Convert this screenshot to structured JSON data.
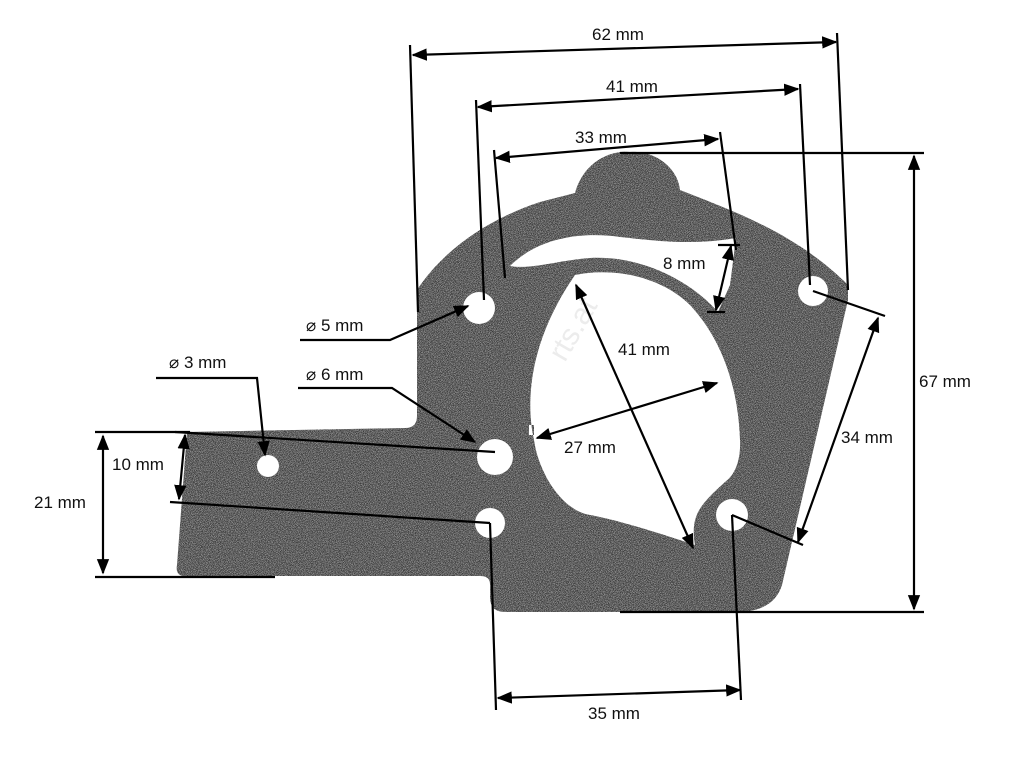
{
  "colors": {
    "gasket": "#3b3b3b",
    "hole": "#ffffff",
    "line": "#000000"
  },
  "dimensions": {
    "width_62": "62 mm",
    "width_41": "41 mm",
    "width_33": "33 mm",
    "slot_8": "8 mm",
    "bore_diag_41": "41 mm",
    "bore_width_27": "27 mm",
    "right_34": "34 mm",
    "height_67": "67 mm",
    "bottom_35": "35 mm",
    "left_21": "21 mm",
    "left_10": "10 mm",
    "hole_5": "⌀ 5 mm",
    "hole_6": "⌀ 6 mm",
    "hole_3": "⌀ 3 mm"
  },
  "watermark": "rts.at"
}
